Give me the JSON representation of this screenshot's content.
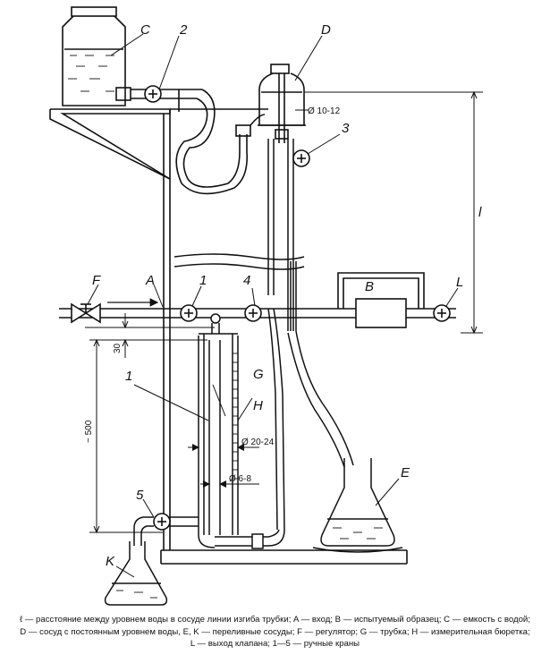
{
  "labels": {
    "A": "A",
    "B": "B",
    "C": "C",
    "D": "D",
    "E": "E",
    "F": "F",
    "G": "G",
    "H": "H",
    "K": "K",
    "L": "L",
    "n1a": "1",
    "n1b": "1",
    "n2": "2",
    "n3": "3",
    "n4": "4",
    "n5": "5"
  },
  "dimensions": {
    "d_10_12": "Ø 10-12",
    "d_20_24": "Ø 20-24",
    "d_6_8": "Ø 6-8",
    "h_30": "30",
    "h_500": "~ 500",
    "l": "l"
  },
  "caption": {
    "line1": "ℓ — расстояние между уровнем воды в сосуде линии изгиба трубки; A — вход; B — испытуемый образец; C — емкость с водой;",
    "line2": "D — сосуд с постоянным уровнем воды, E, K — переливные сосуды; F — регулятор; G — трубка; H — измерительная бюретка;",
    "line3": "L — выход клапана; 1—5 — ручные краны"
  }
}
